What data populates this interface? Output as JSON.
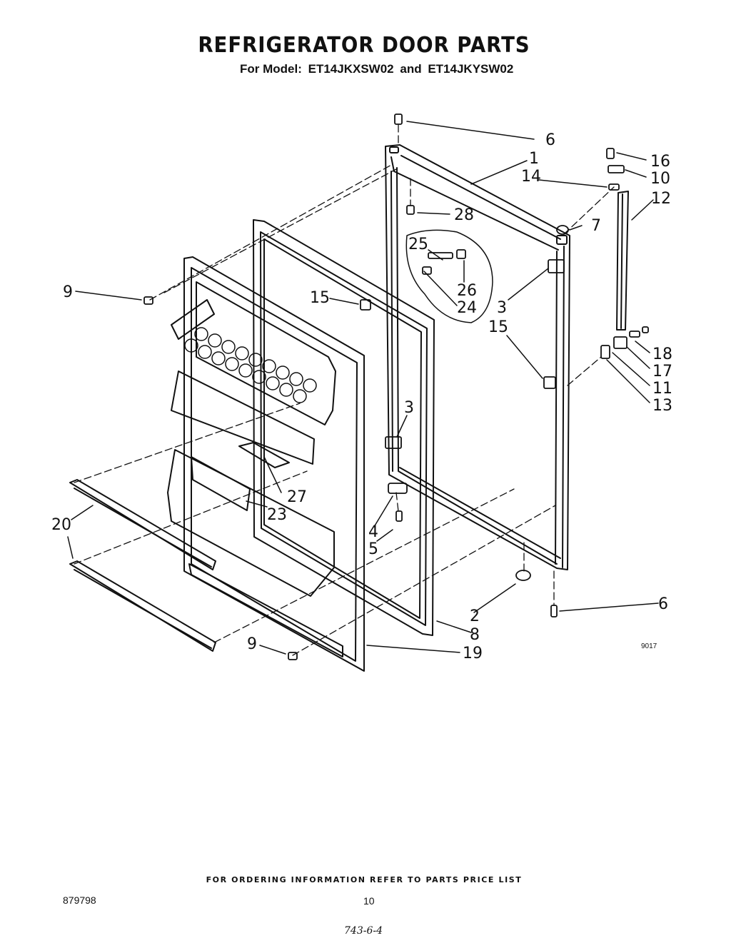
{
  "header": {
    "title": "REFRIGERATOR DOOR PARTS",
    "subtitle_prefix": "For Model:",
    "model_1": "ET14JKXSW02",
    "connector": "and",
    "model_2": "ET14JKYSW02"
  },
  "diagram": {
    "drawing_code": "9017",
    "callouts": [
      "6",
      "1",
      "16",
      "10",
      "14",
      "12",
      "28",
      "7",
      "25",
      "26",
      "24",
      "9",
      "15",
      "3",
      "15",
      "18",
      "17",
      "11",
      "13",
      "3",
      "27",
      "23",
      "4",
      "5",
      "20",
      "2",
      "8",
      "6",
      "9",
      "19"
    ]
  },
  "footer": {
    "ordering_note": "FOR ORDERING INFORMATION REFER TO PARTS PRICE LIST",
    "doc_number": "879798",
    "page_number": "10",
    "handwritten_code": "743-6-4"
  }
}
